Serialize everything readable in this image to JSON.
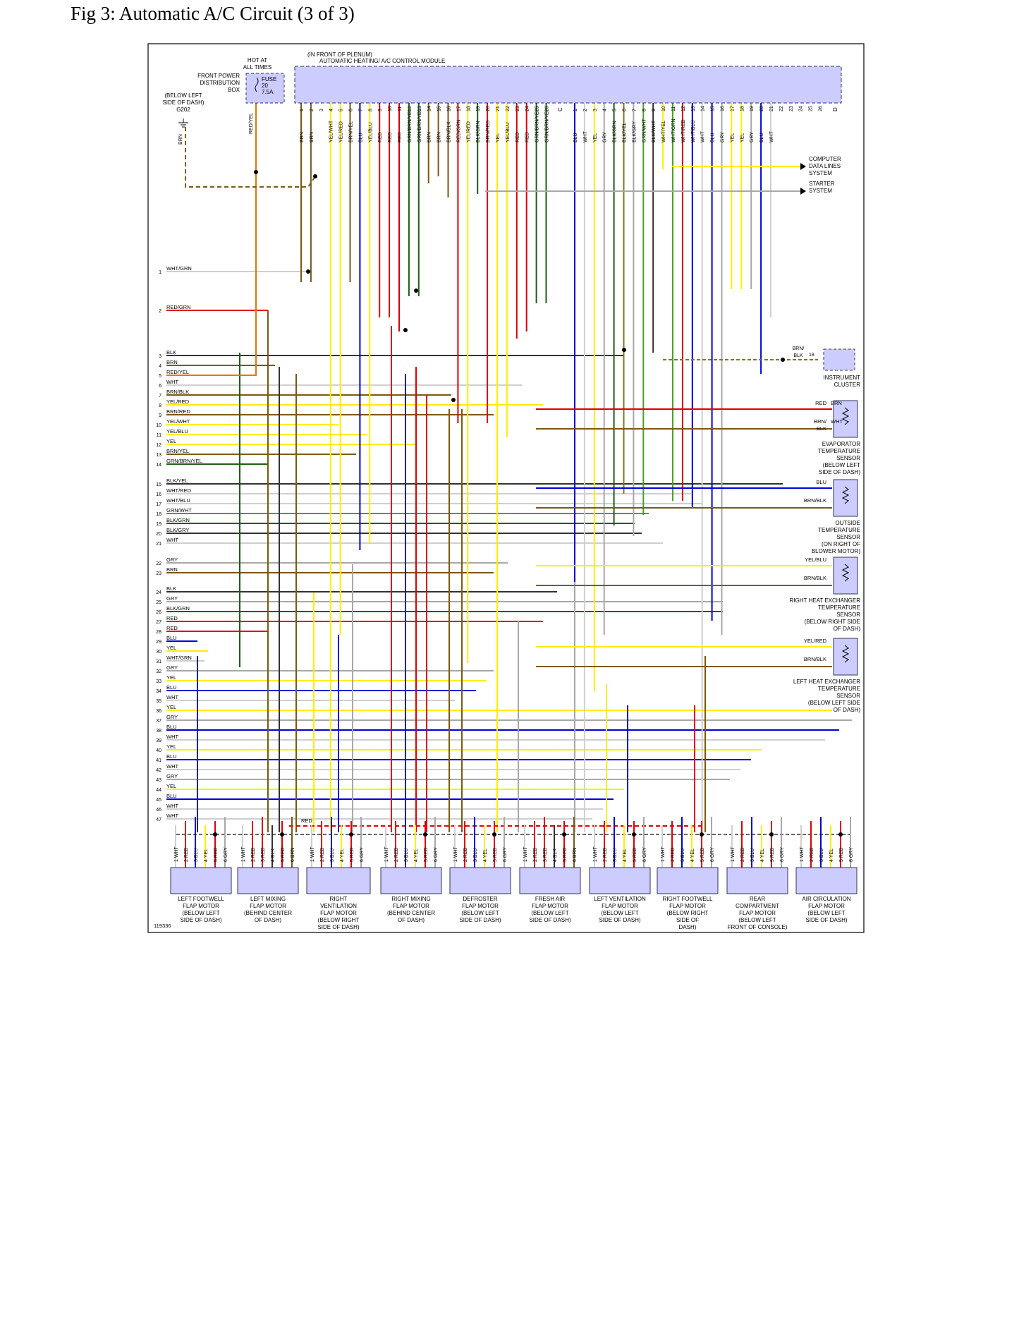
{
  "title": "Fig 3: Automatic A/C Circuit (3 of 3)",
  "figure_id": "119336",
  "colors": {
    "WHT": "#cfcfcf",
    "GRY": "#a8a8a8",
    "BRN": "#7a5a12",
    "RED": "#e00000",
    "YEL": "#ffee00",
    "BLU": "#0000d8",
    "BLK": "#333333",
    "GRN": "#4aa02c",
    "DKGRN": "#1e5e14",
    "ORG": "#e07800",
    "OLV": "#7a7a16",
    "BOX_FILL": "#ccccff",
    "BOX_STROKE": "#333355"
  },
  "power": {
    "hot_label": "HOT AT\nALL TIMES",
    "box_label": "FRONT POWER\nDISTRIBUTION\nBOX",
    "fuse_label": "FUSE\n20\n7.5A",
    "wire": "RED/YEL"
  },
  "ground": {
    "label": "(BELOW LEFT\nSIDE OF DASH)\nG202",
    "wire": "BRN"
  },
  "module": {
    "location": "(IN FRONT OF PLENUM)",
    "name": "AUTOMATIC HEATING/ A/C CONTROL MODULE",
    "connector_c": "C",
    "connector_d": "D",
    "pins_c": [
      {
        "n": "1",
        "w": "BRN"
      },
      {
        "n": "2",
        "w": "BRN"
      },
      {
        "n": "3",
        "w": ""
      },
      {
        "n": "4",
        "w": "YEL/WHT"
      },
      {
        "n": "5",
        "w": "YEL/RED"
      },
      {
        "n": "6",
        "w": "BRN/YEL"
      },
      {
        "n": "7",
        "w": "BLU"
      },
      {
        "n": "8",
        "w": "YEL/BLU"
      },
      {
        "n": "9",
        "w": "RED"
      },
      {
        "n": "10",
        "w": "RED"
      },
      {
        "n": "11",
        "w": "RED"
      },
      {
        "n": "12",
        "w": "GRN/BRN/YEL"
      },
      {
        "n": "13",
        "w": "GRN/BRN/YEL"
      },
      {
        "n": "14",
        "w": "BRN"
      },
      {
        "n": "15",
        "w": "BRN"
      },
      {
        "n": "16",
        "w": "BRN/BLK"
      },
      {
        "n": "17",
        "w": "RED/GRN"
      },
      {
        "n": "18",
        "w": "YEL/RED"
      },
      {
        "n": "19",
        "w": "BLK/GRN"
      },
      {
        "n": "20",
        "w": "BRN/RED"
      },
      {
        "n": "21",
        "w": "YEL"
      },
      {
        "n": "22",
        "w": "YEL/BLU"
      },
      {
        "n": "23",
        "w": "RED"
      },
      {
        "n": "24",
        "w": "RED"
      },
      {
        "n": "25",
        "w": "GRN/BRN/YEL"
      },
      {
        "n": "26",
        "w": "GRN/BRN/YEL"
      }
    ],
    "pins_d": [
      {
        "n": "1",
        "w": "BLU"
      },
      {
        "n": "2",
        "w": "WHT"
      },
      {
        "n": "3",
        "w": "YEL"
      },
      {
        "n": "4",
        "w": "GRY"
      },
      {
        "n": "5",
        "w": "BLK/GRN"
      },
      {
        "n": "6",
        "w": "BLK/YEL"
      },
      {
        "n": "7",
        "w": "BLK/GRY"
      },
      {
        "n": "8",
        "w": "GRN/WHT"
      },
      {
        "n": "9",
        "w": "BLK/WHT"
      },
      {
        "n": "10",
        "w": "WHT/YEL"
      },
      {
        "n": "11",
        "w": "WHT/GRN"
      },
      {
        "n": "12",
        "w": "WHT/RED"
      },
      {
        "n": "13",
        "w": "WHT/BLU"
      },
      {
        "n": "14",
        "w": "WHT"
      },
      {
        "n": "15",
        "w": "BLU"
      },
      {
        "n": "16",
        "w": "GRY"
      },
      {
        "n": "17",
        "w": "YEL"
      },
      {
        "n": "18",
        "w": "YEL"
      },
      {
        "n": "19",
        "w": "GRY"
      },
      {
        "n": "20",
        "w": "BLU"
      },
      {
        "n": "21",
        "w": "WHT"
      },
      {
        "n": "22",
        "w": ""
      },
      {
        "n": "23",
        "w": ""
      },
      {
        "n": "24",
        "w": ""
      },
      {
        "n": "25",
        "w": ""
      },
      {
        "n": "26",
        "w": ""
      }
    ]
  },
  "rows": [
    {
      "n": "1",
      "w": "WHT/GRN"
    },
    {
      "n": "2",
      "w": "RED/GRN"
    },
    {
      "n": "3",
      "w": "BLK"
    },
    {
      "n": "4",
      "w": "BRN"
    },
    {
      "n": "5",
      "w": "RED/YEL"
    },
    {
      "n": "6",
      "w": "WHT"
    },
    {
      "n": "7",
      "w": "BRN/BLK"
    },
    {
      "n": "8",
      "w": "YEL/RED"
    },
    {
      "n": "9",
      "w": "BRN/RED"
    },
    {
      "n": "10",
      "w": "YEL/WHT"
    },
    {
      "n": "11",
      "w": "YEL/BLU"
    },
    {
      "n": "12",
      "w": "YEL"
    },
    {
      "n": "13",
      "w": "BRN/YEL"
    },
    {
      "n": "14",
      "w": "GRN/BRN/YEL"
    },
    {
      "n": "15",
      "w": "BLK/YEL"
    },
    {
      "n": "16",
      "w": "WHT/RED"
    },
    {
      "n": "17",
      "w": "WHT/BLU"
    },
    {
      "n": "18",
      "w": "GRN/WHT"
    },
    {
      "n": "19",
      "w": "BLK/GRN"
    },
    {
      "n": "20",
      "w": "BLK/GRY"
    },
    {
      "n": "21",
      "w": "WHT"
    },
    {
      "n": "22",
      "w": "GRY"
    },
    {
      "n": "23",
      "w": "BRN"
    },
    {
      "n": "24",
      "w": "BLK"
    },
    {
      "n": "25",
      "w": "GRY"
    },
    {
      "n": "26",
      "w": "BLK/GRN"
    },
    {
      "n": "27",
      "w": "RED"
    },
    {
      "n": "28",
      "w": "RED"
    },
    {
      "n": "29",
      "w": "BLU"
    },
    {
      "n": "30",
      "w": "YEL"
    },
    {
      "n": "31",
      "w": "WHT/GRN"
    },
    {
      "n": "32",
      "w": "GRY"
    },
    {
      "n": "33",
      "w": "YEL"
    },
    {
      "n": "34",
      "w": "BLU"
    },
    {
      "n": "35",
      "w": "WHT"
    },
    {
      "n": "36",
      "w": "YEL"
    },
    {
      "n": "37",
      "w": "GRY"
    },
    {
      "n": "38",
      "w": "BLU"
    },
    {
      "n": "39",
      "w": "WHT"
    },
    {
      "n": "40",
      "w": "YEL"
    },
    {
      "n": "41",
      "w": "BLU"
    },
    {
      "n": "42",
      "w": "WHT"
    },
    {
      "n": "43",
      "w": "GRY"
    },
    {
      "n": "44",
      "w": "YEL"
    },
    {
      "n": "45",
      "w": "BLU"
    },
    {
      "n": "46",
      "w": "WHT"
    },
    {
      "n": "47",
      "w": "WHT"
    }
  ],
  "outputs": [
    {
      "label": "COMPUTER\nDATA LINES\nSYSTEM"
    },
    {
      "label": "STARTER\nSYSTEM"
    }
  ],
  "instrument_cluster": {
    "label": "INSTRUMENT\nCLUSTER",
    "pin": "18",
    "wire": "BRN/\nBLK"
  },
  "sensors": [
    {
      "label": "EVAPORATOR\nTEMPERATURE\nSENSOR\n(BELOW LEFT\nSIDE OF DASH)",
      "w1": "RED",
      "w1b": "BRN",
      "w2": "BRN/\nBLK",
      "w2b": "WHT"
    },
    {
      "label": "OUTSIDE\nTEMPERATURE\nSENSOR\n(ON RIGHT OF\nBLOWER MOTOR)",
      "w1": "BLU",
      "w1b": "",
      "w2": "BRN/BLK",
      "w2b": ""
    },
    {
      "label": "RIGHT HEAT EXCHANGER\nTEMPERATURE\nSENSOR\n(BELOW RIGHT SIDE\nOF DASH)",
      "w1": "YEL/BLU",
      "w1b": "",
      "w2": "BRN/BLK",
      "w2b": ""
    },
    {
      "label": "LEFT HEAT EXCHANGER\nTEMPERATURE\nSENSOR\n(BELOW LEFT SIDE\nOF DASH)",
      "w1": "YEL/RED",
      "w1b": "",
      "w2": "BRN/BLK",
      "w2b": ""
    }
  ],
  "motors": [
    {
      "label": "LEFT FOOTWELL\nFLAP MOTOR\n(BELOW LEFT\nSIDE OF DASH)",
      "pins": [
        "1 WHT",
        "2 RED",
        "3 BLU",
        "4 YEL",
        "5 RED",
        "6 GRY"
      ]
    },
    {
      "label": "LEFT MIXING\nFLAP MOTOR\n(BEHIND CENTER\nOF DASH)",
      "pins": [
        "1 WHT",
        "2 RED",
        "3 RED",
        "4 BLK",
        "5 RED",
        "6 BRN"
      ]
    },
    {
      "label": "RIGHT\nVENTILATION\nFLAP MOTOR\n(BELOW RIGHT\nSIDE OF DASH)",
      "pins": [
        "1 WHT",
        "2 RED",
        "3 BLU",
        "4 YEL",
        "5 RED",
        "6 GRY"
      ]
    },
    {
      "label": "RIGHT MIXING\nFLAP MOTOR\n(BEHIND CENTER\nOF DASH)",
      "pins": [
        "1 WHT",
        "2 RED",
        "3 BLU",
        "4 YEL",
        "5 RED",
        "6 GRY"
      ]
    },
    {
      "label": "DEFROSTER\nFLAP MOTOR\n(BELOW LEFT\nSIDE OF DASH)",
      "pins": [
        "1 WHT",
        "2 RED",
        "3 BLU",
        "4 YEL",
        "5 RED",
        "6 GRY"
      ]
    },
    {
      "label": "FRESH AIR\nFLAP MOTOR\n(BELOW LEFT\nSIDE OF DASH)",
      "pins": [
        "1 WHT",
        "2 RED",
        "3 RED",
        "4 BLK",
        "5 RED",
        "6 BRN"
      ]
    },
    {
      "label": "LEFT VENTILATION\nFLAP MOTOR\n(BELOW LEFT\nSIDE OF DASH)",
      "pins": [
        "1 WHT",
        "2 RED",
        "3 BLU",
        "4 YEL",
        "5 RED",
        "6 GRY"
      ]
    },
    {
      "label": "RIGHT FOOTWELL\nFLAP MOTOR\n(BELOW RIGHT\nSIDE OF\nDASH)",
      "pins": [
        "1 WHT",
        "2 RED",
        "3 BLU",
        "4 YEL",
        "5 RED",
        "6 GRY"
      ]
    },
    {
      "label": "REAR\nCOMPARTMENT\nFLAP MOTOR\n(BELOW LEFT\nFRONT OF CONSOLE)",
      "pins": [
        "1 WHT",
        "2 RED",
        "3 BLU",
        "4 YEL",
        "5 RED",
        "6 GRY"
      ]
    },
    {
      "label": "AIR CIRCULATION\nFLAP MOTOR\n(BELOW LEFT\nSIDE OF DASH)",
      "pins": [
        "1 WHT",
        "2 RED",
        "3 BLU",
        "4 YEL",
        "5 RED",
        "6 GRY"
      ]
    }
  ],
  "red_bus_label": "RED"
}
